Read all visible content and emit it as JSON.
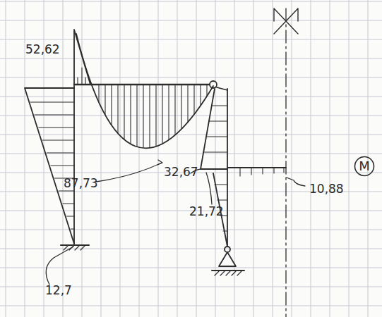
{
  "diagram": {
    "nodes": [
      {
        "text": [
          "M"
        ]
      }
    ],
    "labels": [
      "52,62",
      "87,73",
      "32,67",
      "21,72",
      "10,88",
      "12,7"
    ]
  }
}
